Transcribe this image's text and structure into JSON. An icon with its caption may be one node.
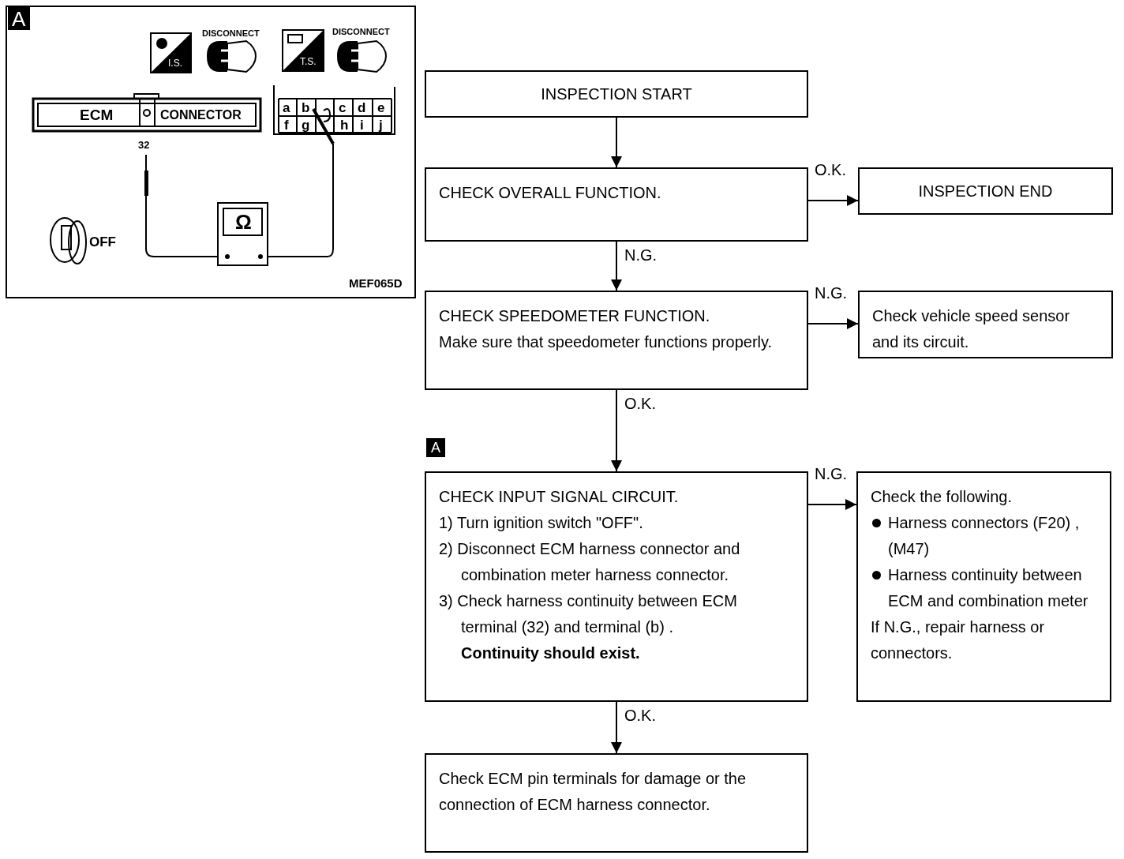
{
  "diagram": {
    "nodes": [
      {
        "text": [
          "INSPECTION START"
        ]
      },
      {
        "text": [
          "CHECK OVERALL FUNCTION."
        ]
      },
      {
        "text": [
          "INSPECTION END"
        ]
      },
      {
        "text": [
          "CHECK SPEEDOMETER FUNCTION.",
          "Make sure that speedometer functions properly."
        ]
      },
      {
        "text": [
          "Check vehicle speed sensor and its circuit."
        ]
      },
      {
        "text": [
          "CHECK INPUT SIGNAL CIRCUIT.",
          "1) Turn ignition switch \"OFF\".",
          "2) Disconnect ECM harness connector and combination meter harness connector.",
          "3) Check harness continuity between ECM terminal (32) and terminal (b) .",
          "Continuity should exist."
        ],
        "beside": [
          "A"
        ]
      },
      {
        "text": [
          "Check the following.",
          "Harness connectors (F20) , (M47)",
          "Harness continuity between ECM and combination meter",
          "If N.G., repair harness or connectors."
        ]
      },
      {
        "text": [
          "Check ECM pin terminals for damage or the connection of ECM harness connector."
        ]
      }
    ],
    "edges": [
      {
        "from": 0,
        "to": 1,
        "arrow": "to"
      },
      {
        "from": 1,
        "to": 2,
        "arrow": "to",
        "label": "O.K."
      },
      {
        "from": 1,
        "to": 3,
        "arrow": "to",
        "label": "N.G."
      },
      {
        "from": 3,
        "to": 4,
        "arrow": "to",
        "label": "N.G."
      },
      {
        "from": 3,
        "to": 5,
        "arrow": "to",
        "label": "O.K."
      },
      {
        "from": 5,
        "to": 6,
        "arrow": "to",
        "label": "N.G."
      },
      {
        "from": 5,
        "to": 7,
        "arrow": "to",
        "label": "O.K."
      }
    ],
    "labels": [
      "A",
      "I.S.",
      "DISCONNECT",
      "T.S.",
      "DISCONNECT",
      "ECM",
      "CONNECTOR",
      "a",
      "b",
      "c",
      "d",
      "e",
      "f",
      "g",
      "h",
      "i",
      "j",
      "32",
      "Ω",
      "OFF",
      "MEF065D"
    ]
  }
}
